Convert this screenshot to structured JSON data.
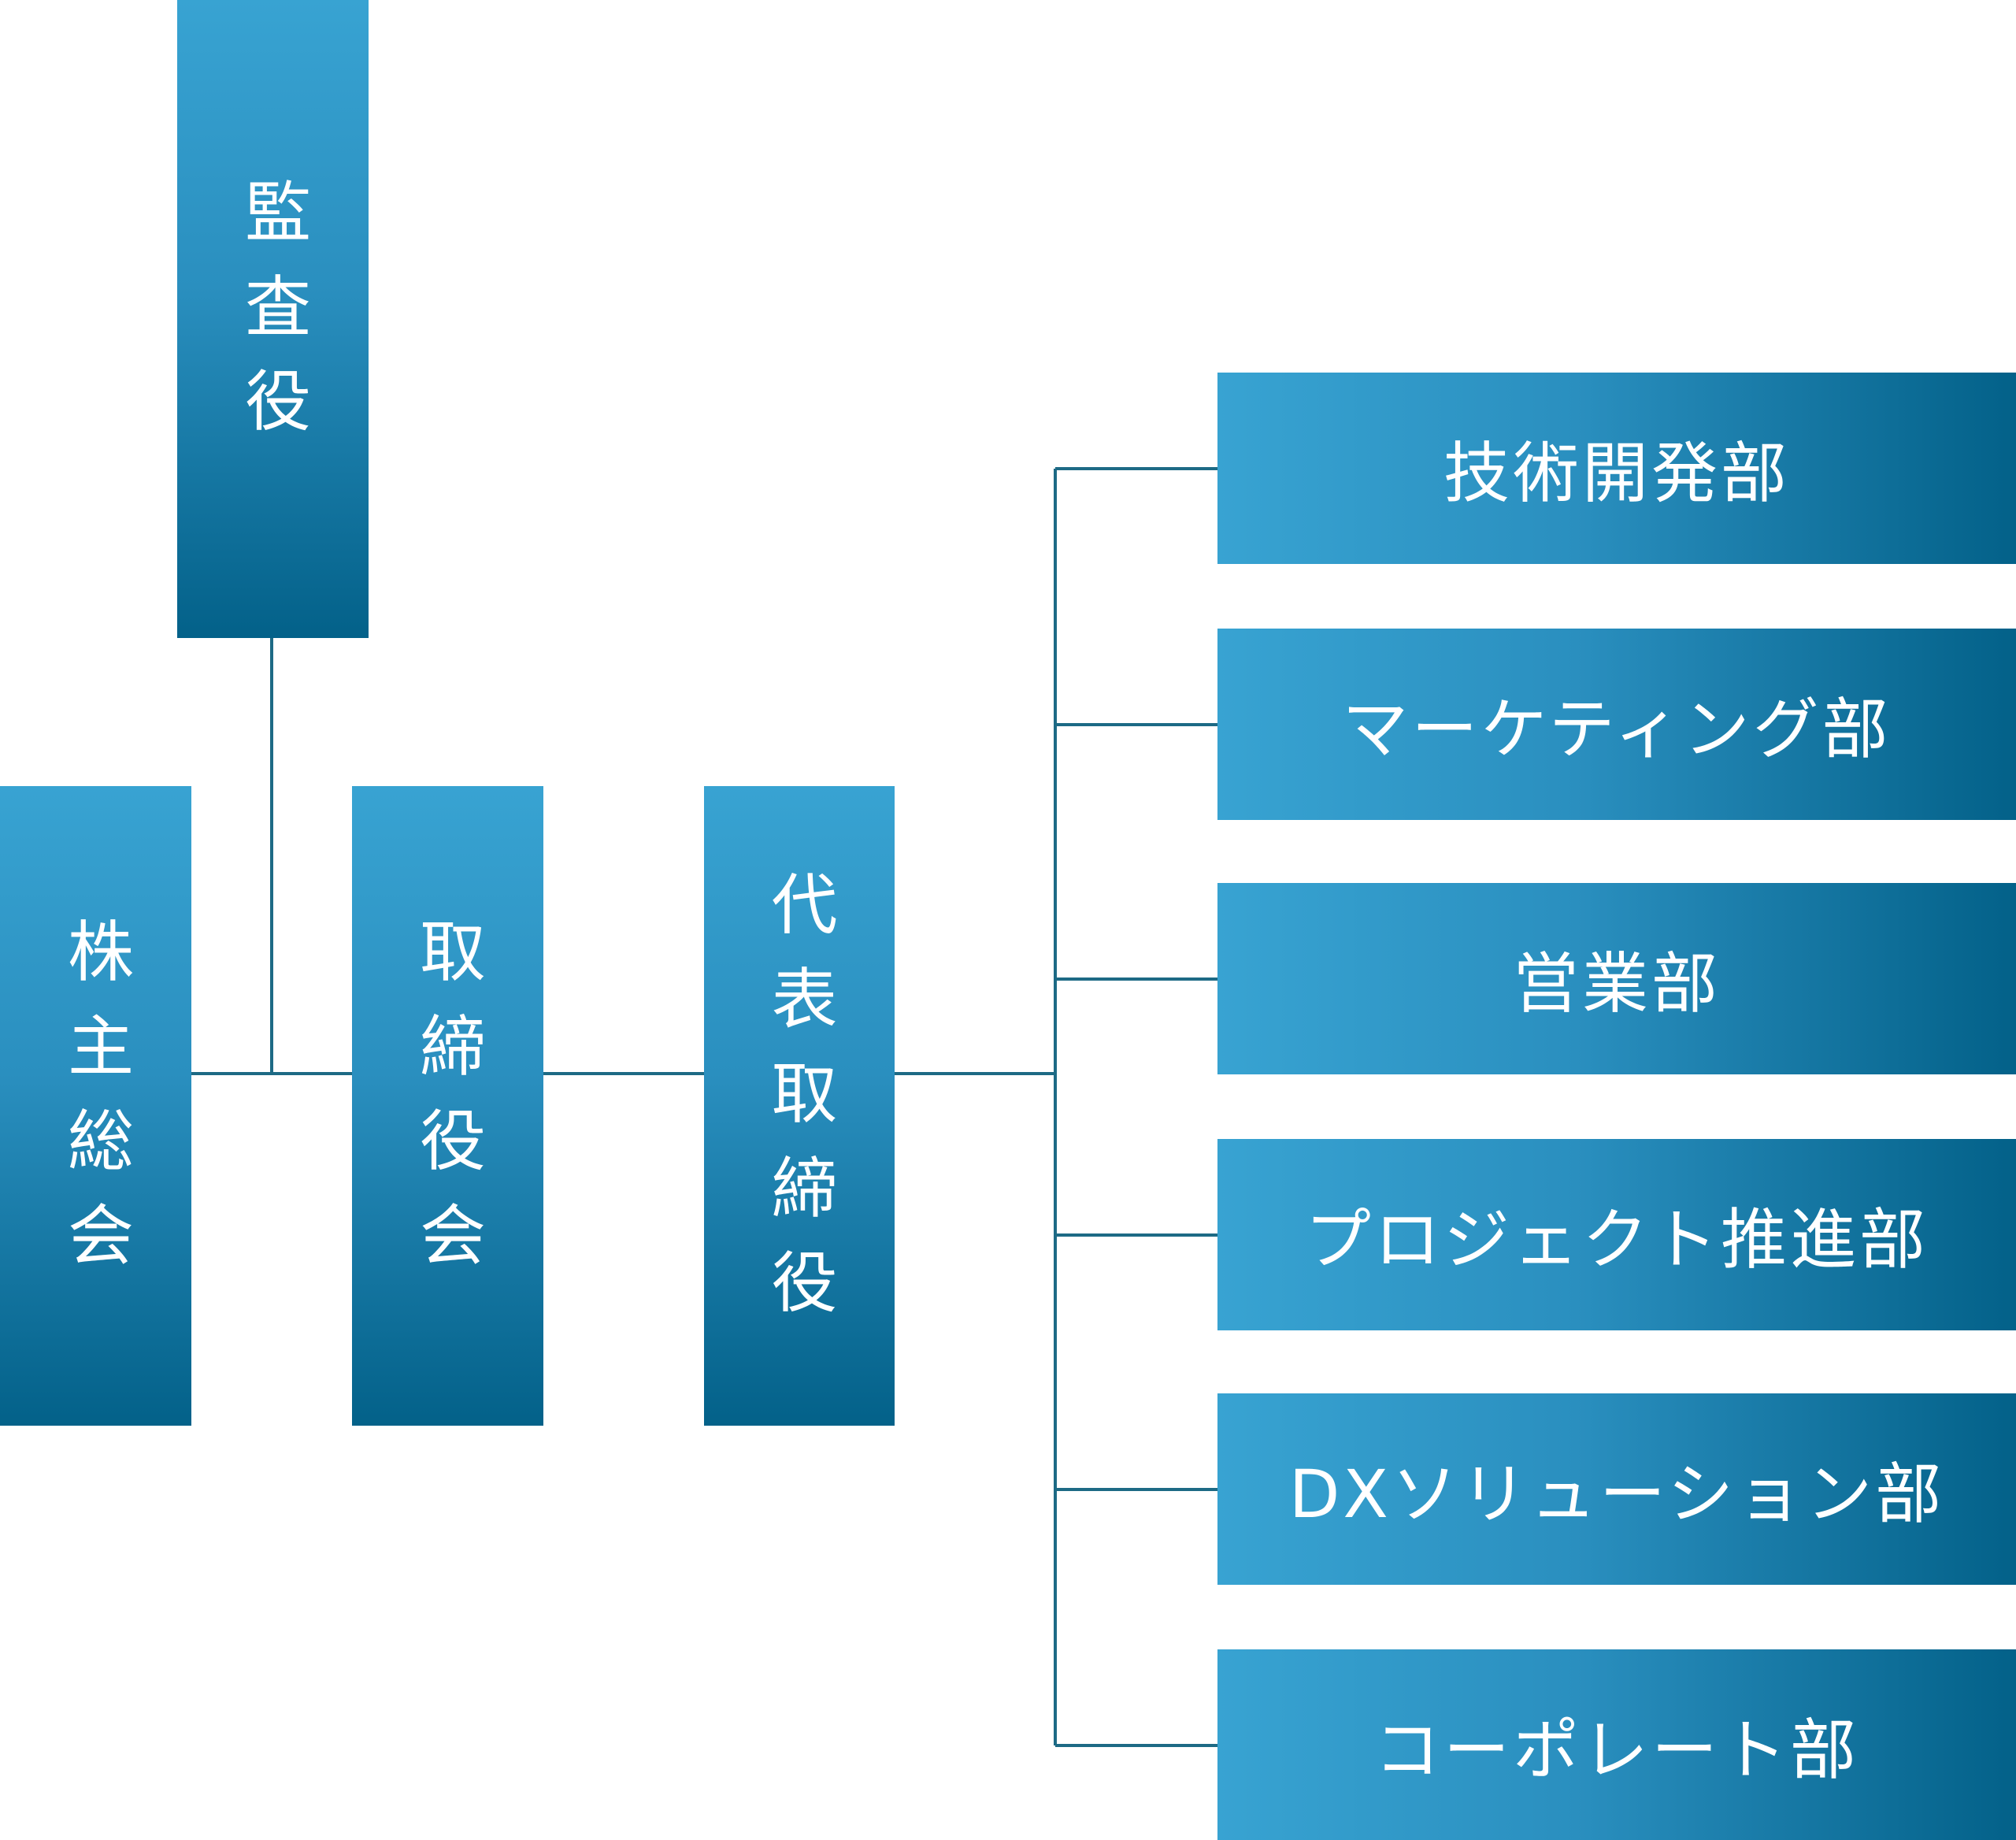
{
  "colors": {
    "line": "#1d6a85",
    "gradient_light": "#38a3d2",
    "gradient_dark": "#036189",
    "text": "#ffffff"
  },
  "nodes": {
    "auditor": "監査役",
    "shareholders": "株主総会",
    "board": "取締役会",
    "ceo": "代表取締役"
  },
  "departments": [
    {
      "label": "技術開発部"
    },
    {
      "label": "マーケティング部"
    },
    {
      "label": "営業部"
    },
    {
      "label": "プロジェクト推進部"
    },
    {
      "label": "DXソリューション部"
    },
    {
      "label": "コーポレート部"
    }
  ]
}
